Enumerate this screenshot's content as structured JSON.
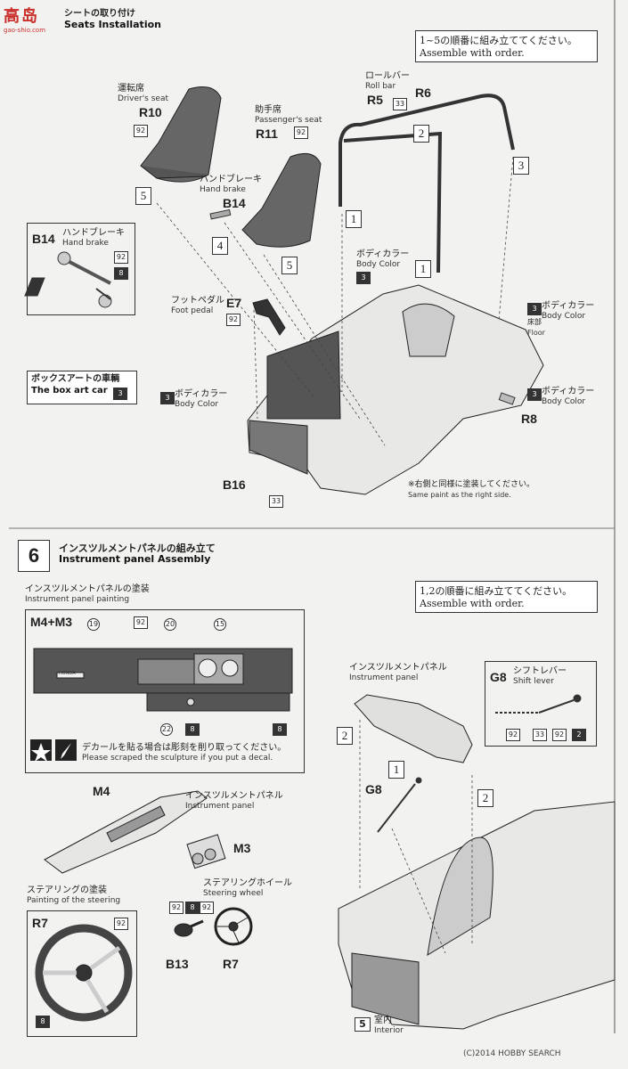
{
  "watermark": {
    "logo_text": "高岛",
    "site": "gao-shio.com"
  },
  "section5": {
    "title_jp": "シートの取り付け",
    "title_en": "Seats Installation",
    "order_note_jp": "1~5の順番に組み立ててください。",
    "order_note_en": "Assemble with order.",
    "roll_bar": {
      "jp": "ロールバー",
      "en": "Roll bar",
      "parts": [
        "R5",
        "R6"
      ]
    },
    "driver_seat": {
      "jp": "運転席",
      "en": "Driver's seat",
      "part": "R10",
      "color": "92"
    },
    "passenger_seat": {
      "jp": "助手席",
      "en": "Passenger's seat",
      "part": "R11",
      "color": "92"
    },
    "hand_brake": {
      "jp": "ハンドブレーキ",
      "en": "Hand brake",
      "part": "B14"
    },
    "hand_brake_detail": {
      "part": "B14",
      "jp": "ハンドブレーキ",
      "en": "Hand brake",
      "colors": [
        "92",
        "8"
      ]
    },
    "foot_pedal": {
      "jp": "フットペダル",
      "en": "Foot pedal",
      "part": "E7",
      "color": "92"
    },
    "body_color": {
      "jp": "ボディカラー",
      "en": "Body Color",
      "code": "3"
    },
    "floor": {
      "jp": "床部",
      "en": "Floor"
    },
    "box_art": {
      "jp": "ボックスアートの車輌",
      "en": "The box art car",
      "code": "3"
    },
    "parts_misc": {
      "r8": "R8",
      "b16": "B16",
      "b16_color": "33",
      "rollbar_color": "33"
    },
    "same_paint": {
      "jp": "※右側と同様に塗装してください。",
      "en": "Same paint as the right side."
    },
    "steps": [
      "1",
      "2",
      "3",
      "4",
      "5"
    ]
  },
  "section6": {
    "number": "6",
    "title_jp": "インスツルメントパネルの組み立て",
    "title_en": "Instrument panel Assembly",
    "painting_jp": "インスツルメントパネルの塗装",
    "painting_en": "Instrument panel painting",
    "painting_part": "M4+M3",
    "painting_codes": {
      "c19": "19",
      "c92": "92",
      "c20": "20",
      "c15": "15",
      "c22": "22",
      "c8a": "8",
      "c8b": "8"
    },
    "panel_brand": "HONDA",
    "decal_note_jp": "デカールを貼る場合は彫刻を削り取ってください。",
    "decal_note_en": "Please scraped the sculpture if you put a decal.",
    "order_note_jp": "1,2の順番に組み立ててください。",
    "order_note_en": "Assemble with order.",
    "instrument_panel": {
      "jp": "インスツルメントパネル",
      "en": "Instrument panel"
    },
    "shift_lever": {
      "part": "G8",
      "jp": "シフトレバー",
      "en": "Shift lever",
      "colors": [
        "92",
        "33",
        "92",
        "2"
      ]
    },
    "g8": "G8",
    "m4": "M4",
    "m3": "M3",
    "panel_sub": {
      "jp": "インスツルメントパネル",
      "en": "Instrument panel"
    },
    "steering_wheel": {
      "jp": "ステアリングホイール",
      "en": "Steering wheel",
      "part": "R7",
      "colors": [
        "92",
        "8",
        "92"
      ]
    },
    "steering_paint": {
      "jp": "ステアリングの塗装",
      "en": "Painting of the steering",
      "part": "R7",
      "c92": "92",
      "c8": "8"
    },
    "b13": "B13",
    "interior": {
      "code": "5",
      "jp": "室内",
      "en": "Interior"
    },
    "steps": [
      "1",
      "2",
      "2"
    ]
  },
  "footer": {
    "copyright": "(C)2014 HOBBY SEARCH",
    "brand": "HOBBY SEARCH"
  }
}
